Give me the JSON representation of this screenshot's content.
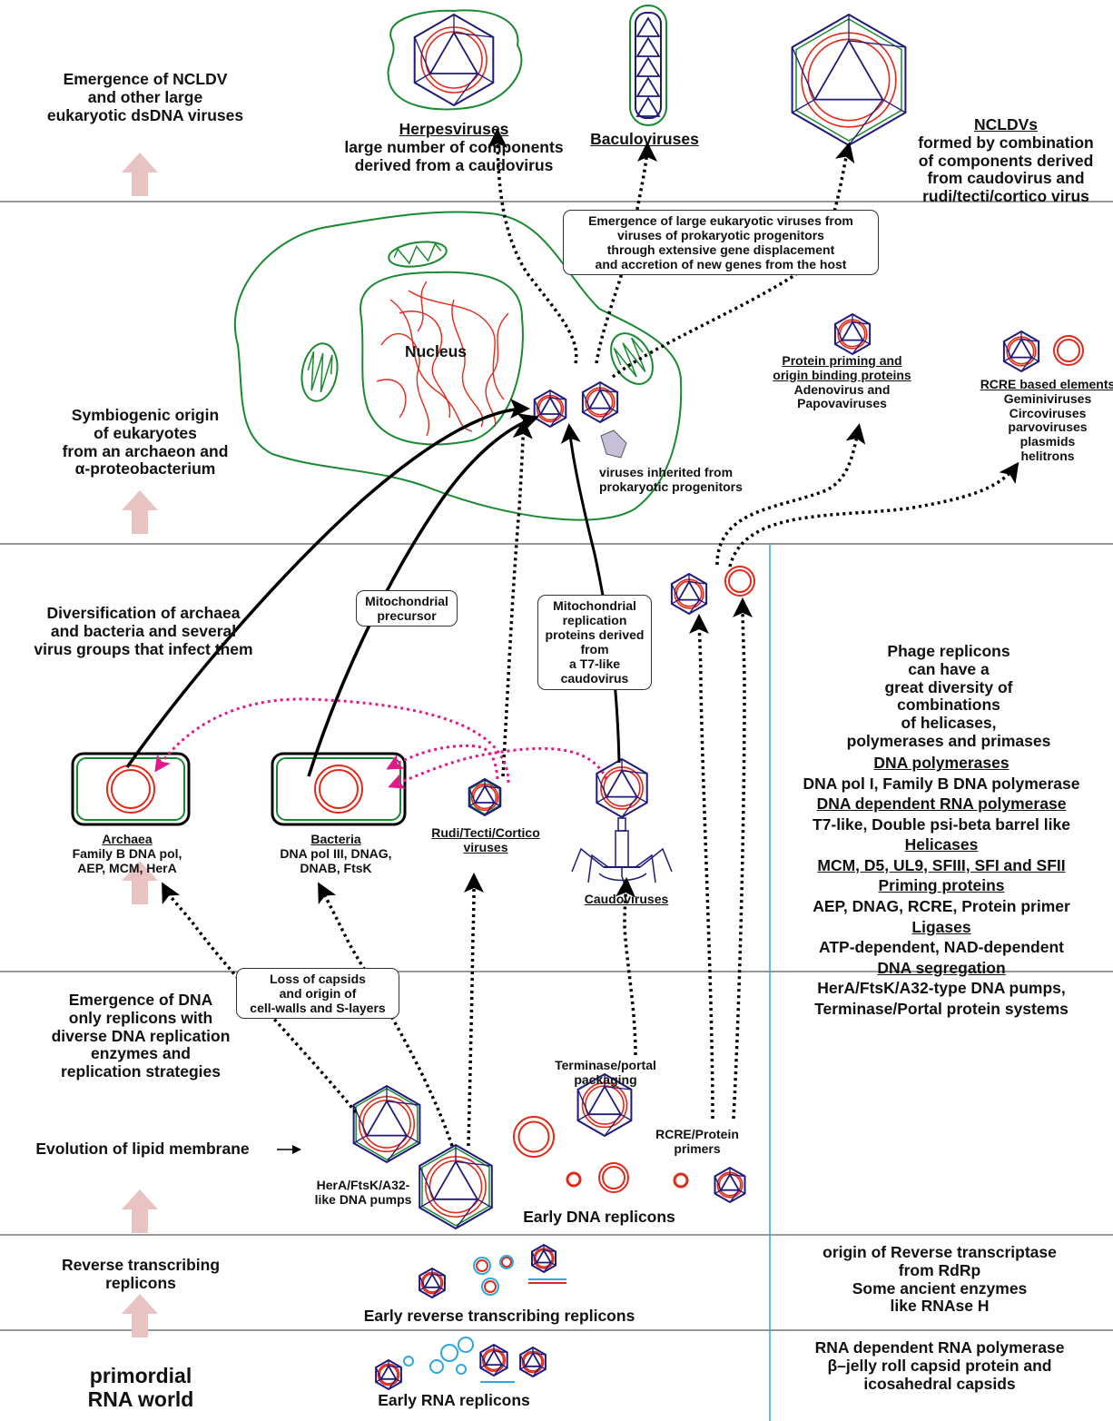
{
  "stages": {
    "ncldv": "Emergence of NCLDV\nand other large\neukaryotic dsDNA viruses",
    "eukaryotes_l1": "Symbiogenic origin",
    "eukaryotes_l2": "of eukaryotes",
    "eukaryotes_l3": "from an archaeon and",
    "eukaryotes_l4": "α-proteobacterium",
    "diversification": "Diversification of archaea\nand bacteria  and several\nvirus groups that infect them",
    "dna_replicons": "Emergence of DNA\nonly replicons with\ndiverse DNA replication\nenzymes and\nreplication strategies",
    "lipid_membrane": "Evolution of lipid membrane",
    "reverse_transcribing": "Reverse transcribing\nreplicons",
    "rna_world": "primordial\nRNA world"
  },
  "top": {
    "herpes_title": "Herpesviruses",
    "herpes_desc": "large number of components\nderived from a caudovirus",
    "baculo_title": "Baculoviruses",
    "ncldv_title": "NCLDVs",
    "ncldv_desc": "formed by combination\nof components derived\nfrom caudovirus and\nrudi/tecti/cortico virus"
  },
  "callouts": {
    "emergence": "Emergence of large eukaryotic viruses from\nviruses of prokaryotic progenitors\nthrough extensive gene displacement\nand accretion of new genes from the host",
    "mito_precursor": "Mitochondrial\nprecursor",
    "mito_replication": "Mitochondrial\nreplication\nproteins derived\nfrom\na T7-like\ncaudovirus",
    "loss_capsids": "Loss of capsids\nand origin of\ncell-walls and S-layers"
  },
  "eukaryote": {
    "nucleus": "Nucleus",
    "inherited": "viruses inherited from\nprokaryotic progenitors",
    "protein_priming_title": "Protein priming and\norigin binding proteins",
    "protein_priming_desc": "Adenovirus and\nPapovaviruses",
    "rcre_title": "RCRE based elements",
    "rcre_desc": "Geminiviruses\nCircoviruses\nparvoviruses\nplasmids\nhelitrons"
  },
  "prokaryotes": {
    "archaea_title": "Archaea",
    "archaea_desc": "Family B DNA pol,\nAEP, MCM, HerA",
    "bacteria_title": "Bacteria",
    "bacteria_desc": "DNA pol III,  DNAG,\nDNAB, FtsK",
    "rudi": "Rudi/Tecti/Cortico\nviruses",
    "caudo": "Caudoviruses",
    "phage_replicons": "Phage replicons\ncan have a\ngreat diversity of\ncombinations\nof helicases,\npolymerases and primases"
  },
  "early_dna": {
    "terminase": "Terminase/portal\npackaging",
    "rcre_primers": "RCRE/Protein\nprimers",
    "herA": "HerA/FtsK/A32-\nlike DNA pumps",
    "label": "Early DNA replicons"
  },
  "enzymes": [
    {
      "text": "DNA polymerases",
      "u": true
    },
    {
      "text": "DNA pol I, Family B DNA polymerase",
      "u": false
    },
    {
      "text": "DNA dependent RNA polymerase",
      "u": true
    },
    {
      "text": "T7-like, Double psi-beta barrel like",
      "u": false
    },
    {
      "text": "Helicases",
      "u": true
    },
    {
      "text": "MCM, D5, UL9, SFIII, SFI and SFII",
      "u": true
    },
    {
      "text": "Priming proteins",
      "u": true
    },
    {
      "text": "AEP, DNAG, RCRE, Protein primer",
      "u": false
    },
    {
      "text": "Ligases",
      "u": true
    },
    {
      "text": "ATP-dependent, NAD-dependent",
      "u": false
    },
    {
      "text": "DNA segregation",
      "u": true
    },
    {
      "text": "HerA/FtsK/A32-type DNA pumps,",
      "u": false
    },
    {
      "text": "Terminase/Portal protein systems",
      "u": false
    }
  ],
  "rt": {
    "label": "Early reverse transcribing replicons",
    "right": "origin of Reverse transcriptase\nfrom RdRp\nSome ancient enzymes\nlike RNAse H"
  },
  "rna": {
    "label": "Early RNA replicons",
    "right_l1": "RNA dependent RNA polymerase",
    "right_l2": "β–jelly roll capsid protein and",
    "right_l3": "icosahedral capsids"
  },
  "colors": {
    "capsid": "#1f1a7a",
    "genome": "#e02a1a",
    "membrane": "#1a8a32",
    "magenta": "#e0188a",
    "cyan": "#2aa8e0",
    "stage_arrow": "#e9c2c2",
    "divider": "#333333",
    "vline": "#2aa8e0"
  }
}
